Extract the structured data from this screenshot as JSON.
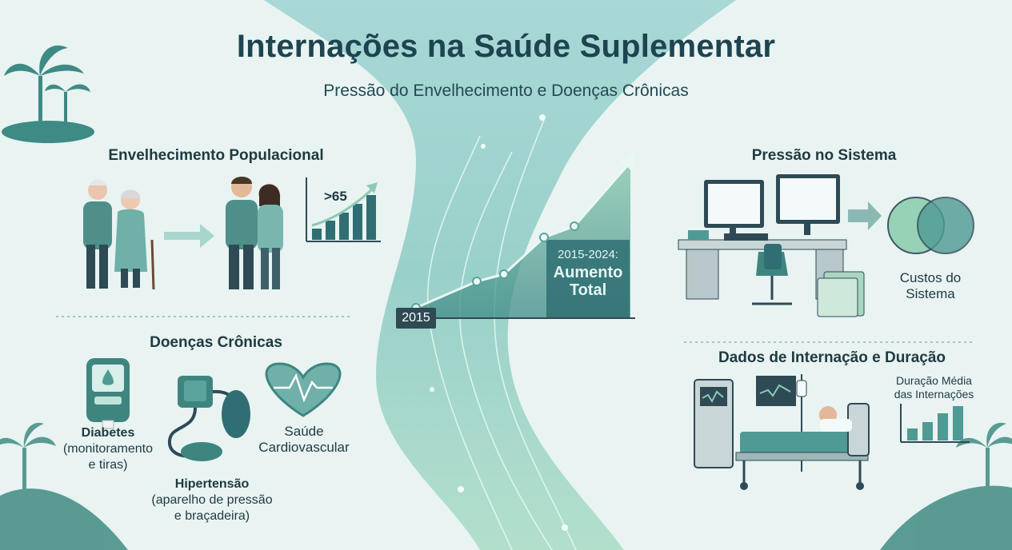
{
  "title": "Internações na Saúde Suplementar",
  "subtitle": "Pressão do Envelhecimento e Doenças Crônicas",
  "aging": {
    "heading": "Envelhecimento Populacional",
    "chart_label": ">65"
  },
  "chronic": {
    "heading": "Doenças Crônicas",
    "diabetes_title": "Diabetes",
    "diabetes_detail_1": "(monitoramento",
    "diabetes_detail_2": "e tiras)",
    "hypertension_title": "Hipertensão",
    "hypertension_detail_1": "(aparelho de pressão",
    "hypertension_detail_2": "e braçadeira)",
    "cardio_line_1": "Saúde",
    "cardio_line_2": "Cardiovascular"
  },
  "center": {
    "start_label": "2015",
    "period_label": "2015-2024:",
    "total_line_1": "Aumento",
    "total_line_2": "Total"
  },
  "system": {
    "heading": "Pressão no Sistema",
    "costs_line_1": "Custos do",
    "costs_line_2": "Sistema"
  },
  "hospital": {
    "heading": "Dados de Internação e Duração",
    "duration_line_1": "Duração Média",
    "duration_line_2": "das Internações"
  },
  "colors": {
    "teal_dark": "#2f6f73",
    "teal": "#4f9a94",
    "teal_light": "#8cc9b8",
    "navy": "#2e4a55"
  }
}
